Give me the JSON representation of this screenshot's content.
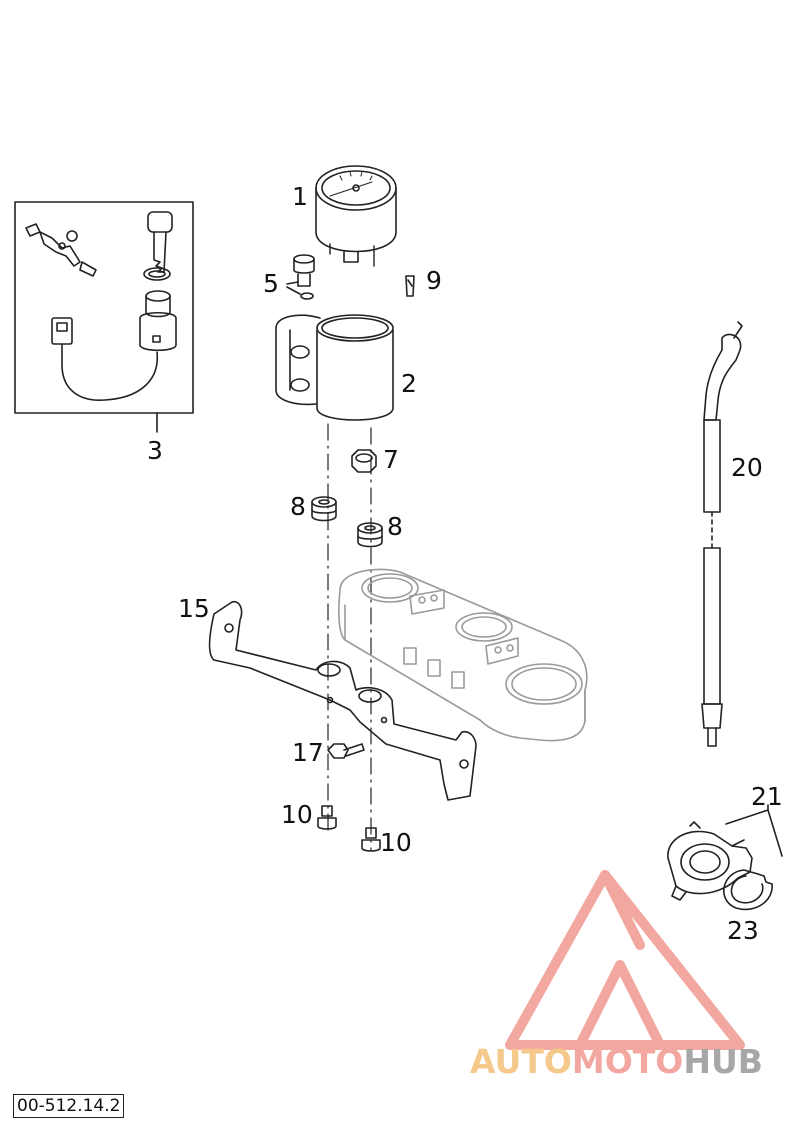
{
  "diagram": {
    "drawing_code": "00-512.14.2",
    "part_labels": [
      {
        "id": "1",
        "text": "1"
      },
      {
        "id": "2",
        "text": "2"
      },
      {
        "id": "3",
        "text": "3"
      },
      {
        "id": "5",
        "text": "5"
      },
      {
        "id": "7",
        "text": "7"
      },
      {
        "id": "8a",
        "text": "8"
      },
      {
        "id": "8b",
        "text": "8"
      },
      {
        "id": "9",
        "text": "9"
      },
      {
        "id": "10a",
        "text": "10"
      },
      {
        "id": "10b",
        "text": "10"
      },
      {
        "id": "15",
        "text": "15"
      },
      {
        "id": "17",
        "text": "17"
      },
      {
        "id": "20",
        "text": "20"
      },
      {
        "id": "21",
        "text": "21"
      },
      {
        "id": "23",
        "text": "23"
      }
    ]
  },
  "watermark": {
    "part1": "AUTO",
    "part2": "MOTO",
    "part3": "HUB",
    "colors": {
      "auto": "#f5c98c",
      "moto": "#f2a7a0",
      "hub": "#a7a7a7",
      "triangle": "#f2a7a0"
    }
  },
  "colors": {
    "line": "#222222",
    "fill": "#ffffff",
    "shade": "#d9d9d9",
    "dark": "#555555"
  }
}
